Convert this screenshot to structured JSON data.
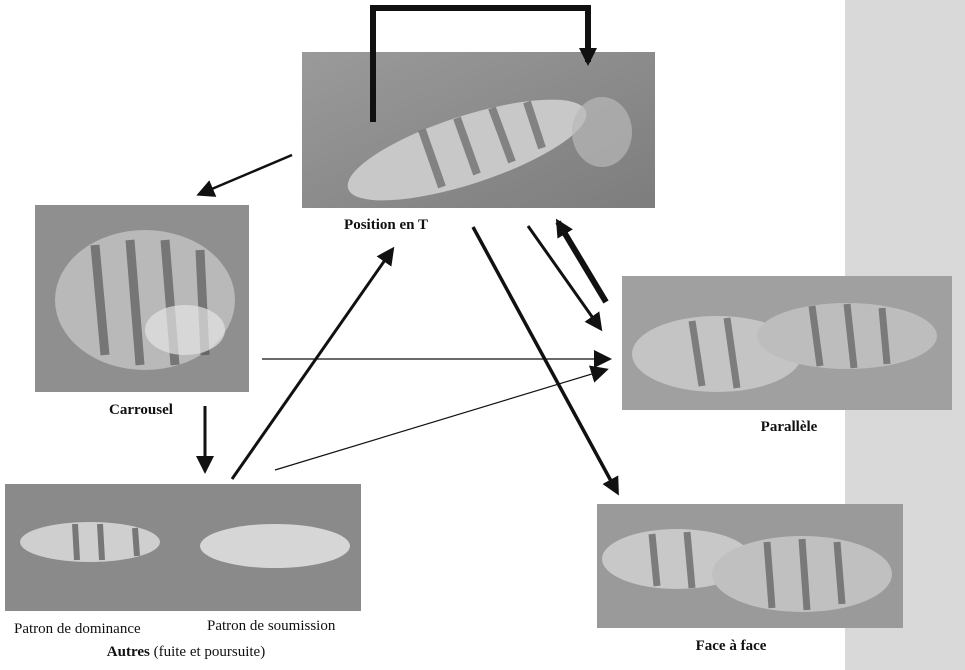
{
  "nodes": {
    "position_t": {
      "label": "Position en T"
    },
    "carrousel": {
      "label": "Carrousel"
    },
    "parallele": {
      "label": "Parallèle"
    },
    "face_a_face": {
      "label": "Face à face"
    },
    "autres": {
      "label_bold": "Autres",
      "label_rest": " (fuite et poursuite)",
      "sublabel_left": "Patron de dominance",
      "sublabel_right": "Patron de soumission"
    }
  },
  "colors": {
    "sidebar": "#d9d9d9",
    "arrow": "#111111",
    "photo_bg": "#8c8c8c"
  }
}
